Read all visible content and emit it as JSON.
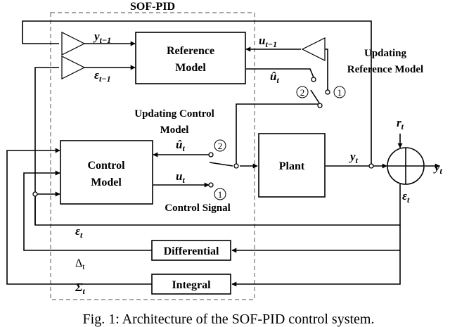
{
  "group_label": "SOF-PID",
  "blocks": {
    "reference_model": [
      "Reference",
      "Model"
    ],
    "control_model": [
      "Control",
      "Model"
    ],
    "plant": "Plant",
    "differential": "Differential",
    "integral": "Integral"
  },
  "annotations": {
    "updating_reference_model": [
      "Updating",
      "Reference Model"
    ],
    "updating_control_model": [
      "Updating Control",
      "Model"
    ],
    "control_signal": "Control Signal"
  },
  "signals": {
    "y_prev": {
      "base": "y",
      "sub": "t−1"
    },
    "eps_prev": {
      "base": "ε",
      "sub": "t−1"
    },
    "u_prev": {
      "base": "u",
      "sub": "t−1"
    },
    "u_hat_ref": {
      "base": "û",
      "sub": "t"
    },
    "u_hat_ctrl": {
      "base": "û",
      "sub": "t"
    },
    "u_ctrl": {
      "base": "u",
      "sub": "t"
    },
    "y_plant": {
      "base": "y",
      "sub": "t"
    },
    "y_out": {
      "base": "y",
      "sub": "t"
    },
    "r": {
      "base": "r",
      "sub": "t"
    },
    "eps_sum": {
      "base": "ε",
      "sub": "t"
    },
    "eps_bottom": {
      "base": "ε",
      "sub": "t"
    },
    "delta": {
      "base": "Δ",
      "sub": "t"
    },
    "sigma": {
      "base": "Σ",
      "sub": "t"
    }
  },
  "switch_positions": [
    "2",
    "1",
    "2",
    "1"
  ],
  "caption": "Fig. 1: Architecture of the SOF-PID control system."
}
